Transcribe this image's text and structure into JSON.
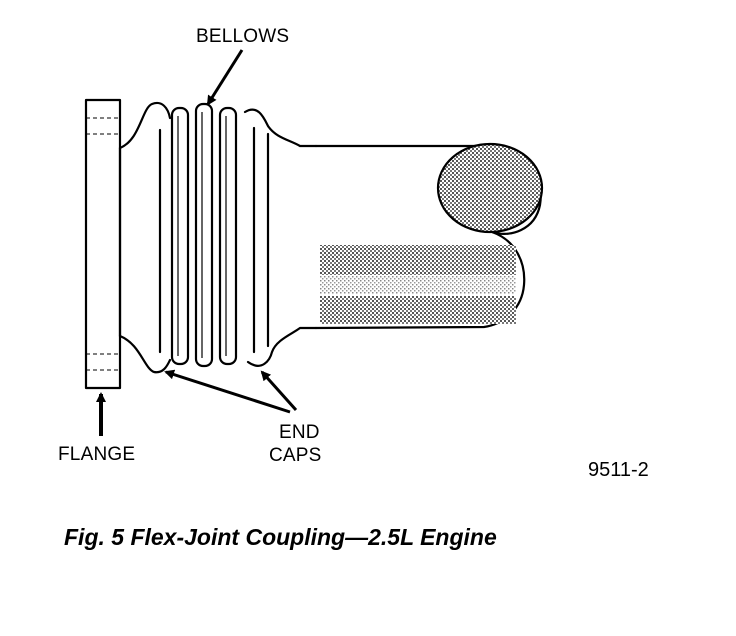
{
  "labels": {
    "bellows": "BELLOWS",
    "flange": "FLANGE",
    "end_caps_line1": "END",
    "end_caps_line2": "CAPS"
  },
  "figure_code": "9511-2",
  "caption": "Fig. 5 Flex-Joint Coupling—2.5L Engine"
}
